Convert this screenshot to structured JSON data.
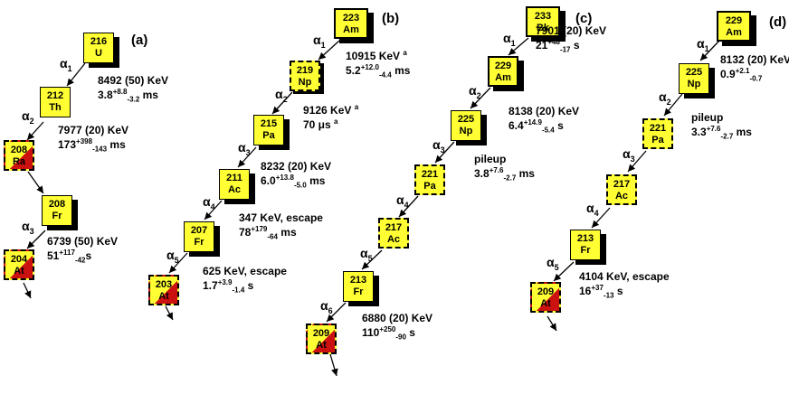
{
  "panels": [
    "(a)",
    "(b)",
    "(c)",
    "(d)"
  ],
  "alpha": {
    "symbol": "α",
    "subs": [
      "1",
      "2",
      "3",
      "4",
      "5",
      "6"
    ]
  },
  "chain_a": {
    "nuclei": [
      {
        "mass": "216",
        "sym": "U"
      },
      {
        "mass": "212",
        "sym": "Th"
      },
      {
        "mass": "208",
        "sym": "Ra"
      },
      {
        "mass": "208",
        "sym": "Fr"
      },
      {
        "mass": "204",
        "sym": "At"
      }
    ],
    "labels": [
      {
        "energy": "8492 (50) KeV",
        "t": "3.8",
        "up": "+8.8",
        "dn": "-3.2",
        "unit": " ms"
      },
      {
        "energy": "7977 (20) KeV",
        "t": "173",
        "up": "+398",
        "dn": "-143",
        "unit": " ms"
      },
      {
        "energy": "6739 (50) KeV",
        "t": "51",
        "up": "+117",
        "dn": "-42",
        "unit": "s"
      }
    ]
  },
  "chain_b": {
    "nuclei": [
      {
        "mass": "223",
        "sym": "Am"
      },
      {
        "mass": "219",
        "sym": "Np"
      },
      {
        "mass": "215",
        "sym": "Pa"
      },
      {
        "mass": "211",
        "sym": "Ac"
      },
      {
        "mass": "207",
        "sym": "Fr"
      },
      {
        "mass": "203",
        "sym": "At"
      }
    ],
    "labels": [
      {
        "energy": "10915 KeV",
        "note": "a",
        "t": "5.2",
        "up": "+12.0",
        "dn": "-4.4",
        "unit": " ms"
      },
      {
        "energy": "9126 KeV",
        "note": "a",
        "t": "70 μs",
        "note2": "a"
      },
      {
        "energy": "8232 (20) KeV",
        "t": "6.0",
        "up": "+13.8",
        "dn": "-5.0",
        "unit": " ms"
      },
      {
        "energy": "347 KeV, escape",
        "t": "78",
        "up": "+179",
        "dn": "-64",
        "unit": " ms"
      },
      {
        "energy": "625 KeV, escape",
        "t": "1.7",
        "up": "+3.9",
        "dn": "-1.4",
        "unit": " s"
      }
    ]
  },
  "chain_c": {
    "nuclei": [
      {
        "mass": "233",
        "sym": "Bk"
      },
      {
        "mass": "229",
        "sym": "Am"
      },
      {
        "mass": "225",
        "sym": "Np"
      },
      {
        "mass": "221",
        "sym": "Pa"
      },
      {
        "mass": "217",
        "sym": "Ac"
      },
      {
        "mass": "213",
        "sym": "Fr"
      },
      {
        "mass": "209",
        "sym": "At"
      }
    ],
    "labels": [
      {
        "energy": "7901 (20) KeV",
        "t": "21",
        "up": "+48",
        "dn": "-17",
        "unit": " s"
      },
      {
        "energy": "8138 (20) KeV",
        "t": "6.4",
        "up": "+14.9",
        "dn": "-5.4",
        "unit": " s"
      },
      {
        "energy": "pileup",
        "t": "3.8",
        "up": "+7.6",
        "dn": "-2.7",
        "unit": " ms"
      },
      {
        "energy": "6880 (20) KeV",
        "t": "110",
        "up": "+250",
        "dn": "-90",
        "unit": " s"
      }
    ]
  },
  "chain_d": {
    "nuclei": [
      {
        "mass": "229",
        "sym": "Am"
      },
      {
        "mass": "225",
        "sym": "Np"
      },
      {
        "mass": "221",
        "sym": "Pa"
      },
      {
        "mass": "217",
        "sym": "Ac"
      },
      {
        "mass": "213",
        "sym": "Fr"
      },
      {
        "mass": "209",
        "sym": "At"
      }
    ],
    "labels": [
      {
        "energy": "8132 (20) KeV",
        "t": "0.9",
        "up": "+2.1",
        "dn": "-0.7",
        "unit": ""
      },
      {
        "energy": "pileup",
        "t": "3.3",
        "up": "+7.6",
        "dn": "-2.7",
        "unit": " ms"
      },
      {
        "energy": "4104 KeV, escape",
        "t": "16",
        "up": "+37",
        "dn": "-13",
        "unit": " s"
      }
    ]
  }
}
